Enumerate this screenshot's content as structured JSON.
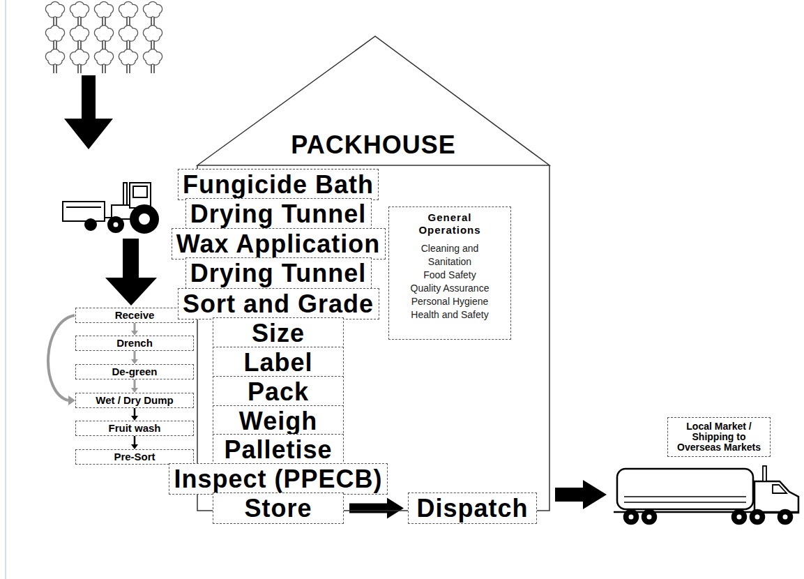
{
  "diagram": {
    "nodes": [
      {
        "text": [
          "Receive"
        ]
      },
      {
        "text": [
          "Drench"
        ]
      },
      {
        "text": [
          "De-green"
        ]
      },
      {
        "text": [
          "Wet / Dry Dump"
        ]
      },
      {
        "text": [
          "Fruit wash"
        ]
      },
      {
        "text": [
          "Pre-Sort"
        ]
      },
      {
        "text": [
          "PACKHOUSE"
        ]
      },
      {
        "text": [
          "Fungicide Bath"
        ],
        "in": 6
      },
      {
        "text": [
          "Drying Tunnel"
        ],
        "in": 6
      },
      {
        "text": [
          "Wax Application"
        ],
        "in": 6
      },
      {
        "text": [
          "Drying Tunnel"
        ],
        "in": 6
      },
      {
        "text": [
          "Sort and Grade"
        ],
        "in": 6
      },
      {
        "text": [
          "Size"
        ],
        "in": 6
      },
      {
        "text": [
          "Label"
        ],
        "in": 6
      },
      {
        "text": [
          "Pack"
        ],
        "in": 6
      },
      {
        "text": [
          "Weigh"
        ],
        "in": 6
      },
      {
        "text": [
          "Palletise"
        ],
        "in": 6
      },
      {
        "text": [
          "Inspect (PPECB)"
        ],
        "in": 6
      },
      {
        "text": [
          "Store"
        ],
        "in": 6
      },
      {
        "text": [
          "General Operations",
          "Cleaning and Sanitation",
          "Food Safety",
          "Quality Assurance",
          "Personal Hygiene",
          "Health and Safety"
        ],
        "in": 6
      },
      {
        "text": [
          "Dispatch"
        ],
        "in": 6
      },
      {
        "text": [
          "Local Market / Shipping to Overseas Markets"
        ]
      }
    ],
    "edges": [
      {
        "from": 0,
        "to": 1,
        "arrow": "to"
      },
      {
        "from": 1,
        "to": 2,
        "arrow": "to"
      },
      {
        "from": 2,
        "to": 3,
        "arrow": "to"
      },
      {
        "from": 0,
        "to": 3,
        "arrow": "to"
      },
      {
        "from": 3,
        "to": 4,
        "arrow": "to"
      },
      {
        "from": 4,
        "to": 5,
        "arrow": "to"
      },
      {
        "from": 7,
        "to": 8,
        "arrow": "to"
      },
      {
        "from": 8,
        "to": 9,
        "arrow": "to"
      },
      {
        "from": 9,
        "to": 10,
        "arrow": "to"
      },
      {
        "from": 10,
        "to": 11,
        "arrow": "to"
      },
      {
        "from": 11,
        "to": 12,
        "arrow": "to"
      },
      {
        "from": 12,
        "to": 13,
        "arrow": "to"
      },
      {
        "from": 13,
        "to": 14,
        "arrow": "to"
      },
      {
        "from": 14,
        "to": 15,
        "arrow": "to"
      },
      {
        "from": 15,
        "to": 16,
        "arrow": "to"
      },
      {
        "from": 16,
        "to": 17,
        "arrow": "to"
      },
      {
        "from": 17,
        "to": 18,
        "arrow": "to"
      },
      {
        "from": 18,
        "to": 20,
        "arrow": "to"
      }
    ]
  }
}
